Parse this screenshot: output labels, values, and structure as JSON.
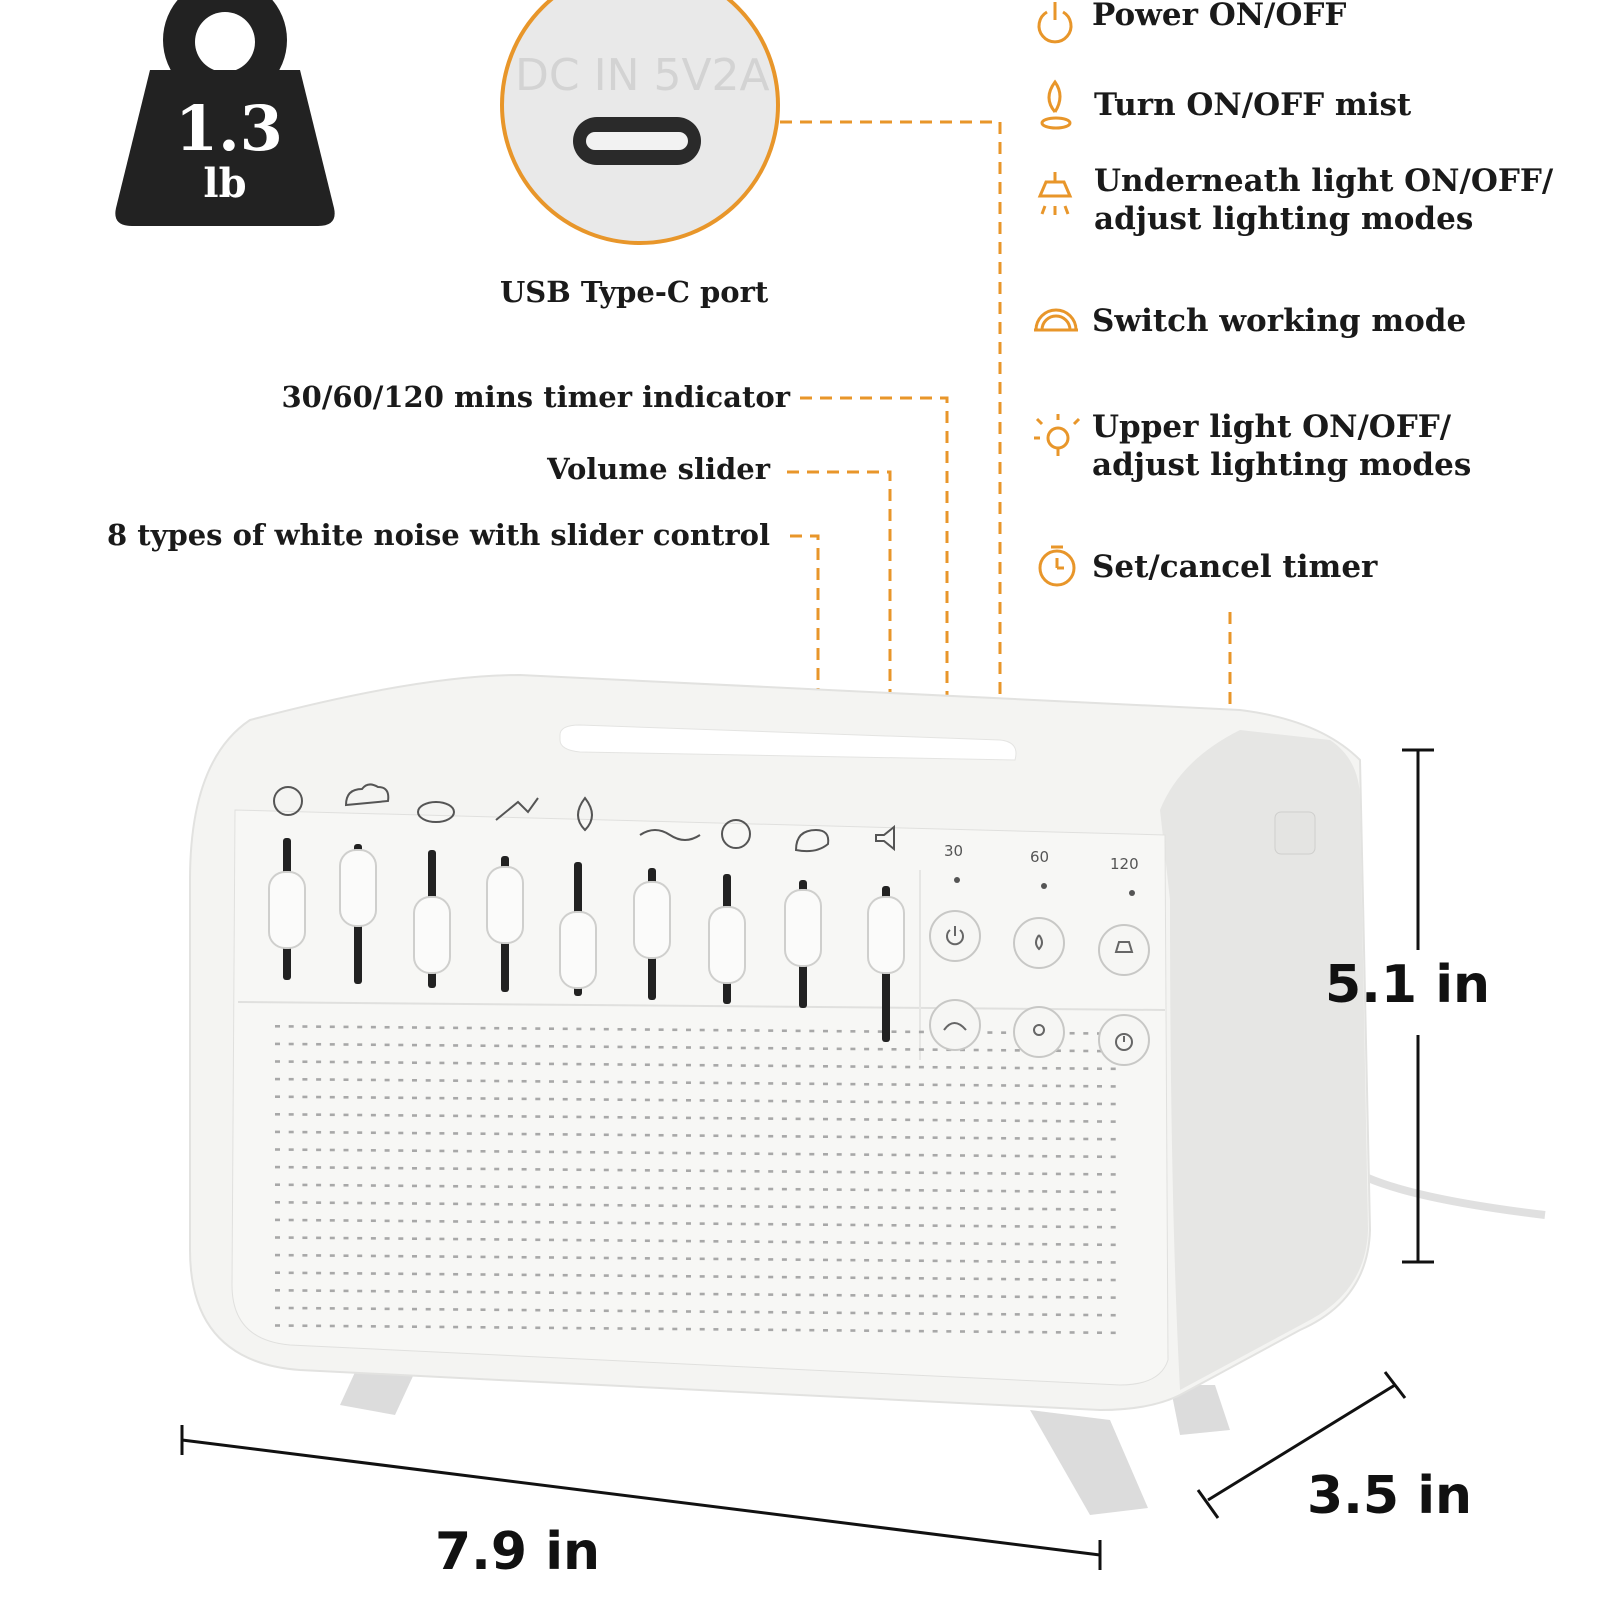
{
  "weight": {
    "value": "1.3",
    "unit": "lb"
  },
  "usb": {
    "port_text": "DC IN 5V2A",
    "label": "USB Type-C port"
  },
  "left_callouts": {
    "timer_indicator": "30/60/120 mins timer indicator",
    "volume_slider": "Volume slider",
    "white_noise": "8 types of white noise with slider control"
  },
  "features": [
    {
      "icon": "power-icon",
      "text": "Power ON/OFF"
    },
    {
      "icon": "mist-icon",
      "text": "Turn ON/OFF mist"
    },
    {
      "icon": "under-light-icon",
      "text": "Underneath light ON/OFF/ adjust lighting modes"
    },
    {
      "icon": "mode-icon",
      "text": "Switch working mode"
    },
    {
      "icon": "upper-light-icon",
      "text": "Upper light ON/OFF/ adjust lighting modes"
    },
    {
      "icon": "timer-icon",
      "text": "Set/cancel timer"
    }
  ],
  "timer_marks": [
    "30",
    "60",
    "120"
  ],
  "dimensions": {
    "height": "5.1 in",
    "width": "7.9 in",
    "depth": "3.5 in"
  },
  "colors": {
    "accent": "#e8962a",
    "body": "#f4f4f2",
    "weight_badge": "#222222"
  }
}
